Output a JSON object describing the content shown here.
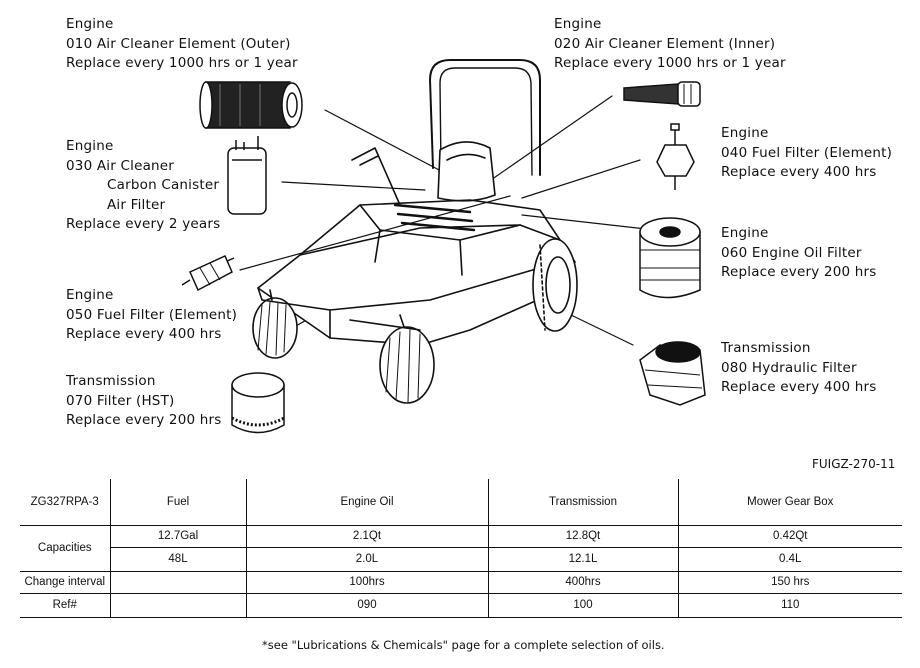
{
  "labels": {
    "air_outer": {
      "category": "Engine",
      "item": "010 Air Cleaner Element (Outer)",
      "interval": "Replace every 1000 hrs or 1 year"
    },
    "air_inner": {
      "category": "Engine",
      "item": "020 Air Cleaner Element (Inner)",
      "interval": "Replace every 1000 hrs or 1 year"
    },
    "canister": {
      "category": "Engine",
      "item": "030 Air Cleaner",
      "sub1": "Carbon Canister",
      "sub2": "Air Filter",
      "interval": "Replace every 2 years"
    },
    "fuel_040": {
      "category": "Engine",
      "item": "040 Fuel Filter (Element)",
      "interval": "Replace every 400 hrs"
    },
    "fuel_050": {
      "category": "Engine",
      "item": "050 Fuel Filter (Element)",
      "interval": "Replace every 400 hrs"
    },
    "oil_060": {
      "category": "Engine",
      "item": "060 Engine Oil Filter",
      "interval": "Replace every 200 hrs"
    },
    "hst_070": {
      "category": "Transmission",
      "item": "070 Filter (HST)",
      "interval": "Replace every 200 hrs"
    },
    "hyd_080": {
      "category": "Transmission",
      "item": "080 Hydraulic Filter",
      "interval": "Replace every 400 hrs"
    }
  },
  "figure_code": "FUIGZ-270-11",
  "table": {
    "model": "ZG327RPA-3",
    "columns": [
      "Fuel",
      "Engine Oil",
      "Transmission",
      "Mower Gear Box"
    ],
    "capacities_label": "Capacities",
    "capacities_row1": [
      "12.7Gal",
      "2.1Qt",
      "12.8Qt",
      "0.42Qt"
    ],
    "capacities_row2": [
      "48L",
      "2.0L",
      "12.1L",
      "0.4L"
    ],
    "change_label": "Change interval",
    "change_values": [
      "",
      "100hrs",
      "400hrs",
      "150 hrs"
    ],
    "ref_label": "Ref#",
    "ref_values": [
      "",
      "090",
      "100",
      "110"
    ]
  },
  "footnote": "*see \"Lubrications & Chemicals\" page for a complete selection of oils."
}
